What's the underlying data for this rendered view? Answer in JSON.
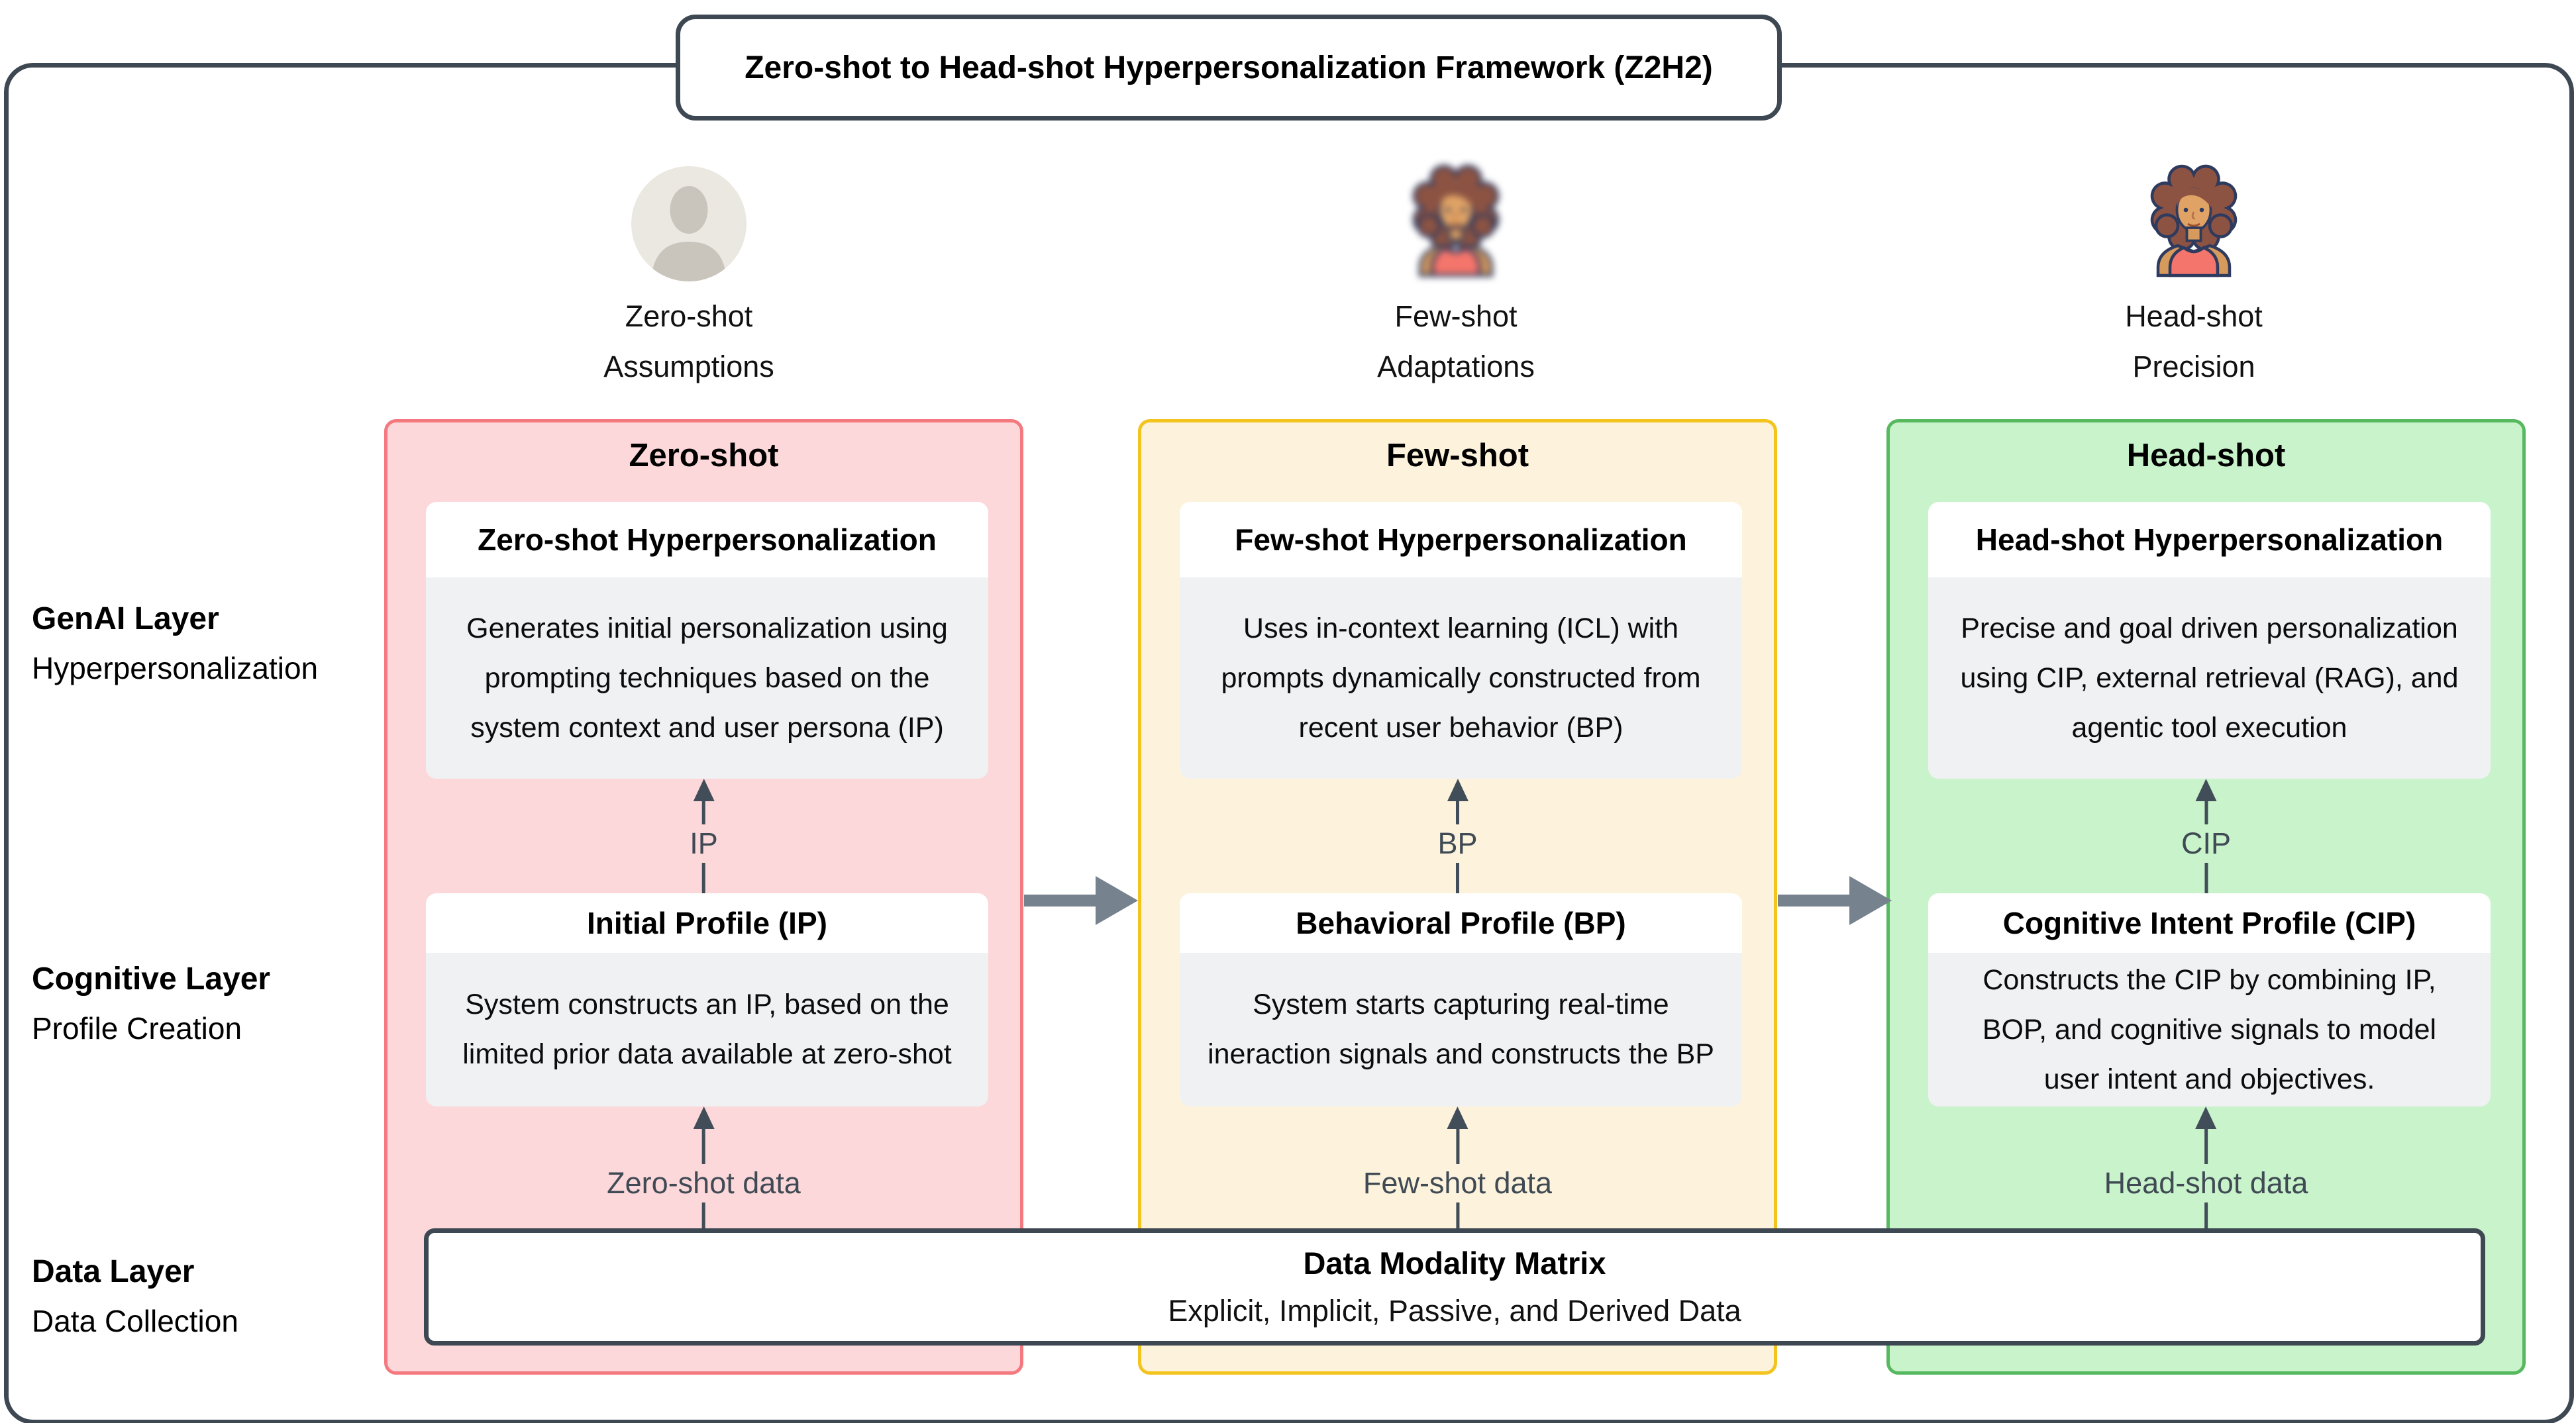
{
  "title": "Zero-shot to Head-shot Hyperpersonalization Framework (Z2H2)",
  "personas": [
    {
      "icon": "person-silhouette-icon",
      "line1": "Zero-shot",
      "line2": "Assumptions"
    },
    {
      "icon": "blurred-woman-avatar-icon",
      "line1": "Few-shot",
      "line2": "Adaptations"
    },
    {
      "icon": "woman-avatar-icon",
      "line1": "Head-shot",
      "line2": "Precision"
    }
  ],
  "layers": [
    {
      "title": "GenAI Layer",
      "subtitle": "Hyperpersonalization"
    },
    {
      "title": "Cognitive Layer",
      "subtitle": "Profile Creation"
    },
    {
      "title": "Data Layer",
      "subtitle": "Data Collection"
    }
  ],
  "columns": [
    {
      "header": "Zero-shot",
      "fill": "#fcd8da",
      "border": "#f4797f",
      "top_card": {
        "title": "Zero-shot Hyperpersonalization",
        "body": "Generates initial personalization using prompting techniques based on the system context and user persona (IP)"
      },
      "mid_label": "IP",
      "bottom_card": {
        "title": "Initial Profile (IP)",
        "body": "System constructs an IP, based on the limited prior data available at zero-shot"
      },
      "data_label": "Zero-shot data"
    },
    {
      "header": "Few-shot",
      "fill": "#fdf3dc",
      "border": "#f3c41d",
      "top_card": {
        "title": "Few-shot Hyperpersonalization",
        "body": "Uses in-context learning (ICL) with prompts dynamically constructed from recent user behavior (BP)"
      },
      "mid_label": "BP",
      "bottom_card": {
        "title": "Behavioral Profile (BP)",
        "body": "System starts capturing real-time ineraction signals and constructs the BP"
      },
      "data_label": "Few-shot data"
    },
    {
      "header": "Head-shot",
      "fill": "#c9f3ca",
      "border": "#56b85f",
      "top_card": {
        "title": "Head-shot Hyperpersonalization",
        "body": "Precise and goal driven personalization using CIP, external retrieval (RAG), and agentic tool execution"
      },
      "mid_label": "CIP",
      "bottom_card": {
        "title": "Cognitive Intent Profile (CIP)",
        "body": "Constructs the CIP by combining IP, BOP, and cognitive signals to model user intent and objectives."
      },
      "data_label": "Head-shot data"
    }
  ],
  "matrix": {
    "title": "Data Modality Matrix",
    "subtitle": "Explicit, Implicit, Passive, and Derived Data"
  },
  "colors": {
    "frame_border": "#3e4852",
    "connector": "#414d58",
    "flow_arrow": "#76828e",
    "card_body_bg": "#f0f1f3",
    "zero_fill": "#fcd8da",
    "zero_border": "#f4797f",
    "few_fill": "#fdf3dc",
    "few_border": "#f3c41d",
    "head_fill": "#c9f3ca",
    "head_border": "#56b85f"
  }
}
